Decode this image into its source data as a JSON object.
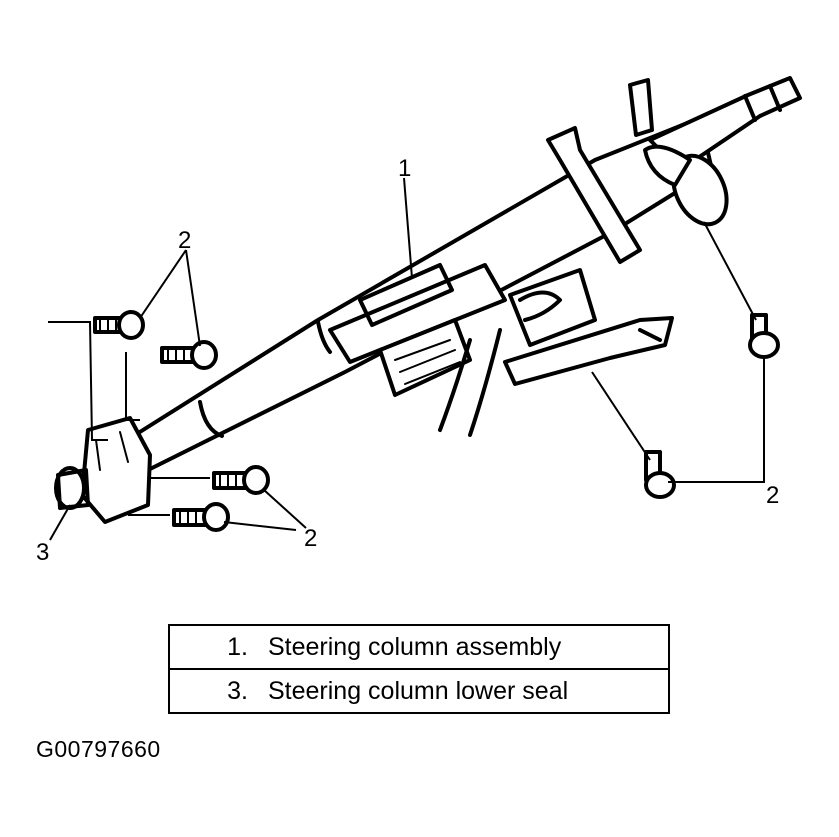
{
  "callouts": {
    "part1": "1",
    "bolts_upper_left": "2",
    "bolts_right": "2",
    "bolts_lower": "2",
    "part3": "3"
  },
  "legend": [
    {
      "num": "1.",
      "text": "Steering column assembly"
    },
    {
      "num": "3.",
      "text": "Steering column lower seal"
    }
  ],
  "figure_id": "G00797660"
}
